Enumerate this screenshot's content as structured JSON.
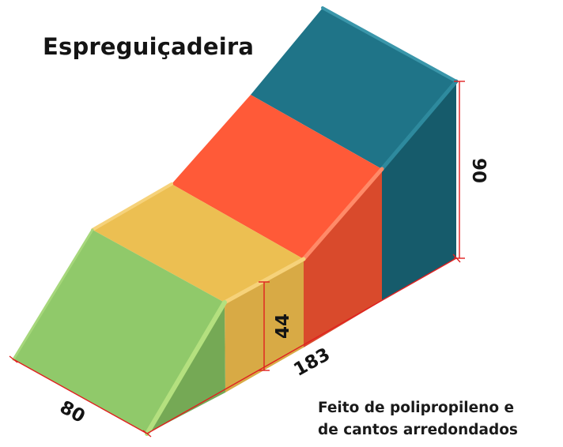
{
  "title": "Espreguiçadeira",
  "note": {
    "line1": "Feito de polipropileno e",
    "line2": "de cantos arredondados"
  },
  "dimensions": {
    "width": "80",
    "length": "183",
    "low_height": "44",
    "high_height": "90"
  },
  "colors": {
    "green": "#8dc867",
    "yellow": "#e6b84b",
    "orange": "#f25a35",
    "teal": "#1c6a7c",
    "dimension_line": "#e02020"
  }
}
